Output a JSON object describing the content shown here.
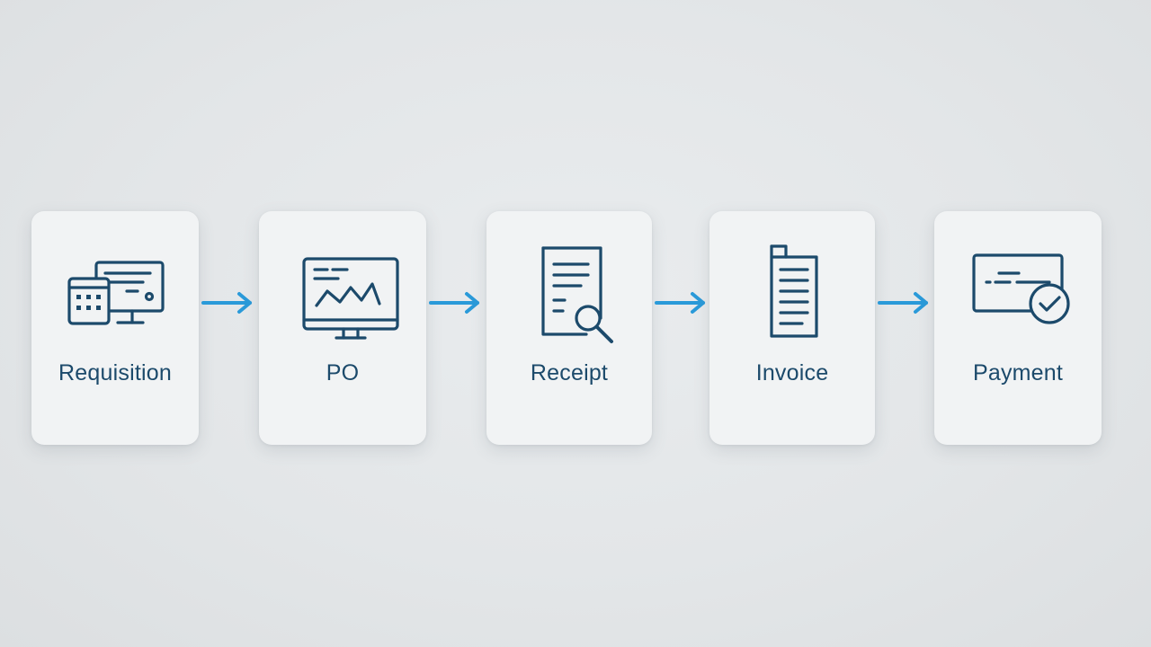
{
  "colors": {
    "icon_stroke": "#1c4a6b",
    "arrow": "#2a9ad9",
    "card_bg": "#f1f3f4"
  },
  "steps": [
    {
      "label": "Requisition",
      "icon": "computer-tablet-icon"
    },
    {
      "label": "PO",
      "icon": "monitor-chart-icon"
    },
    {
      "label": "Receipt",
      "icon": "document-search-icon"
    },
    {
      "label": "Invoice",
      "icon": "invoice-document-icon"
    },
    {
      "label": "Payment",
      "icon": "payment-check-icon"
    }
  ]
}
